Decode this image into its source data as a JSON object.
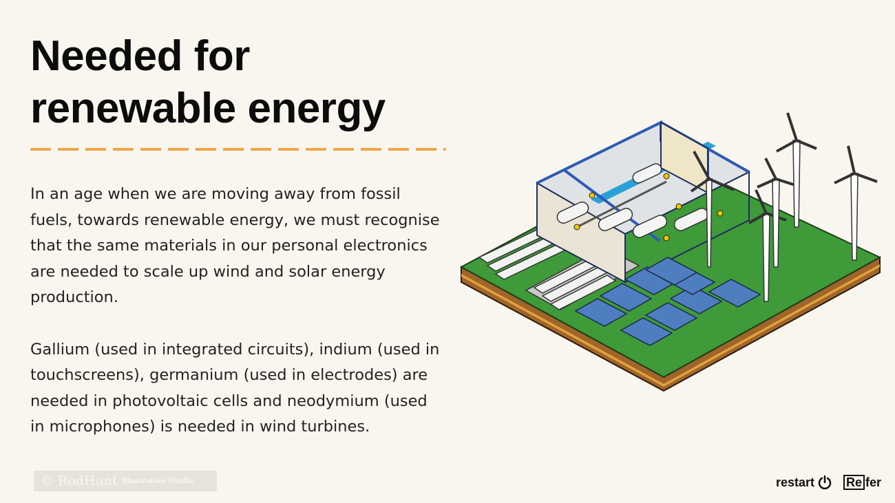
{
  "title": {
    "line1": "Needed for",
    "line2": "renewable energy"
  },
  "paragraphs": [
    "In an age when we are moving away from fossil fuels, towards renewable energy, we must recognise that the same materials in our personal electronics are needed to scale up wind and solar energy production.",
    "Gallium (used in integrated circuits), indium (used in touchscreens), germanium (used in electrodes) are needed in photovoltaic cells and neodymium (used in microphones) is needed in wind turbines."
  ],
  "credit": {
    "main": "© RodHunt",
    "sub": "Illustration Studio"
  },
  "logos": {
    "restart": "restart",
    "refer_box": "Re",
    "refer_rest": "fer"
  },
  "colors": {
    "background": "#f9f6ef",
    "accent_dash": "#f0a646",
    "grass": "#3f9a3a",
    "soil": "#a0652a"
  },
  "icons": [
    "power-icon"
  ]
}
